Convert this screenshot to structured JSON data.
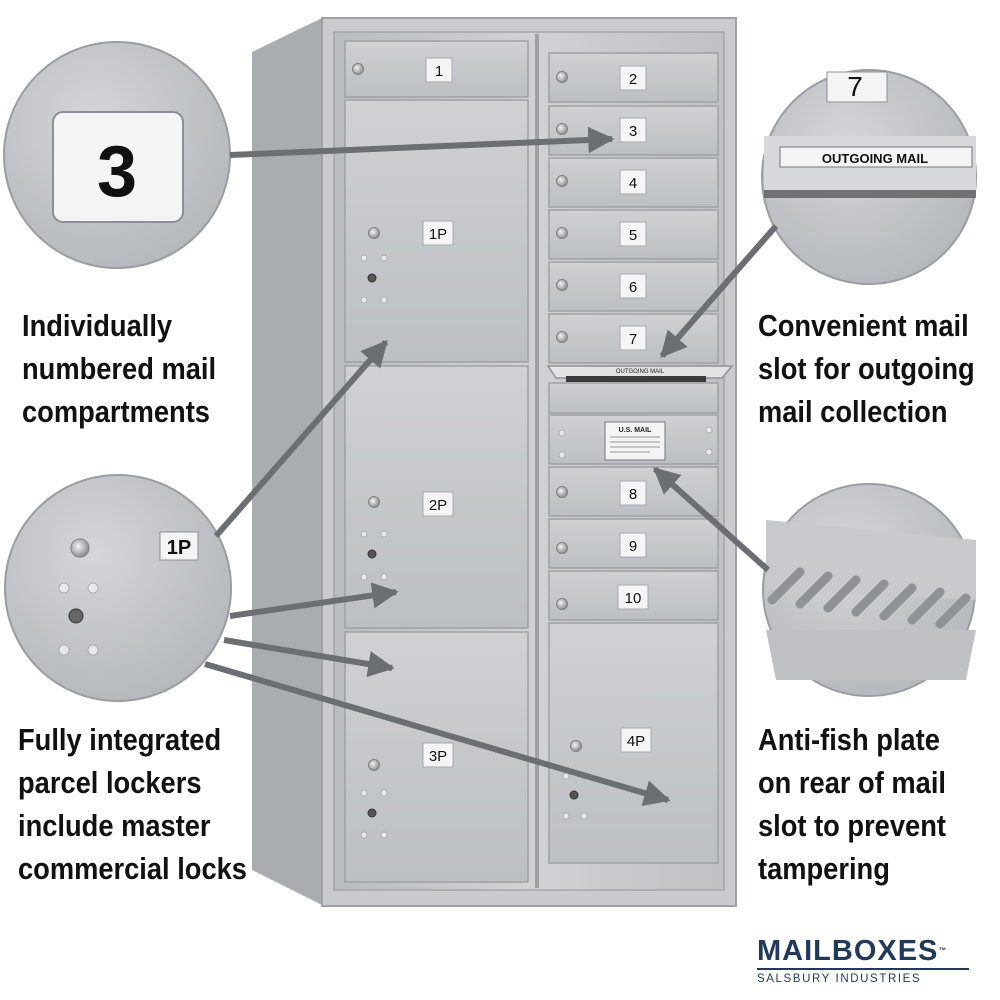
{
  "mailbox": {
    "door_numbers": [
      "1",
      "2",
      "3",
      "4",
      "5",
      "6",
      "7",
      "8",
      "9",
      "10"
    ],
    "parcel_labels": [
      "1P",
      "2P",
      "3P",
      "4P"
    ],
    "slot_label": "OUTGOING MAIL",
    "usps_plate_title": "U.S. MAIL"
  },
  "zoom_circles": {
    "number_tag": "3",
    "slot_tag_number": "7",
    "slot_label": "OUTGOING MAIL",
    "parcel_tag": "1P"
  },
  "callouts": {
    "numbered": [
      "Individually",
      "numbered mail",
      "compartments"
    ],
    "outgoing": [
      "Convenient mail",
      "slot for outgoing",
      "mail collection"
    ],
    "parcel": [
      "Fully integrated",
      "parcel lockers",
      "include master",
      "commercial locks"
    ],
    "antifish": [
      "Anti-fish plate",
      "on rear of mail",
      "slot to prevent",
      "tampering"
    ]
  },
  "brand": {
    "name": "MAILBOXES",
    "trademark": "™",
    "subtitle": "SALSBURY INDUSTRIES"
  },
  "colors": {
    "aluminum": "#c4c6c9",
    "aluminum_dark": "#9a9da1",
    "arrow": "#6b6e72",
    "brand_navy": "#1f3a5c"
  }
}
